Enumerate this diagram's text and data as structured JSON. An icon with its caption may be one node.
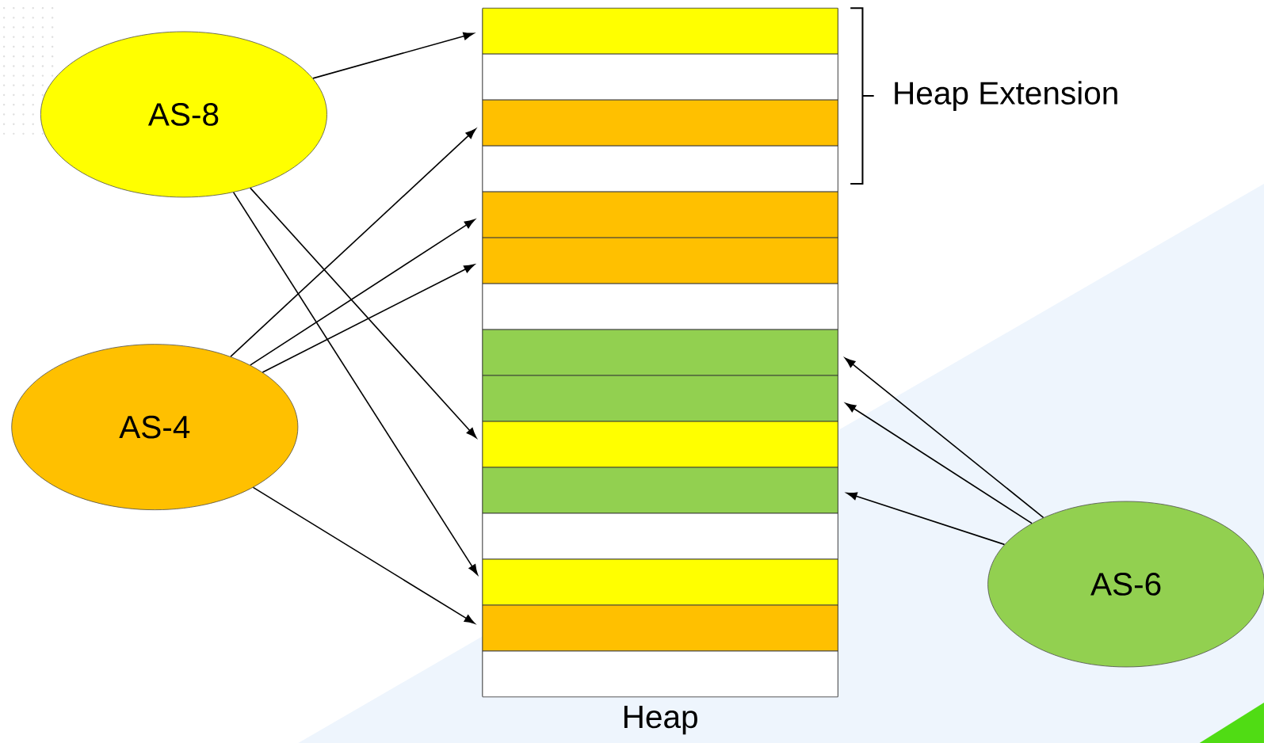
{
  "diagram": {
    "nodes": [
      {
        "text": [
          "AS-8"
        ]
      },
      {
        "text": [
          "AS-4"
        ]
      },
      {
        "text": [
          "AS-6"
        ]
      },
      {
        "text": [
          "Heap"
        ]
      },
      {
        "text": [],
        "shape": "box",
        "in": 3
      },
      {
        "text": [],
        "shape": "box",
        "in": 3
      },
      {
        "text": [],
        "shape": "box",
        "in": 3
      },
      {
        "text": [],
        "shape": "box",
        "in": 3
      },
      {
        "text": [],
        "shape": "box",
        "in": 3
      },
      {
        "text": [],
        "shape": "box",
        "in": 3
      },
      {
        "text": [],
        "shape": "box",
        "in": 3
      },
      {
        "text": [],
        "shape": "box",
        "in": 3
      },
      {
        "text": [],
        "shape": "box",
        "in": 3
      },
      {
        "text": [],
        "shape": "box",
        "in": 3
      },
      {
        "text": [],
        "shape": "box",
        "in": 3
      },
      {
        "text": [],
        "shape": "box",
        "in": 3
      },
      {
        "text": [],
        "shape": "box",
        "in": 3
      },
      {
        "text": [],
        "shape": "box",
        "in": 3
      },
      {
        "text": [],
        "shape": "box",
        "in": 3
      }
    ],
    "edges": [
      {
        "from": 0,
        "to": 4,
        "arrow": "to"
      },
      {
        "from": 0,
        "to": 13,
        "arrow": "to"
      },
      {
        "from": 0,
        "to": 16,
        "arrow": "to"
      },
      {
        "from": 1,
        "to": 6,
        "arrow": "to"
      },
      {
        "from": 1,
        "to": 8,
        "arrow": "to"
      },
      {
        "from": 1,
        "to": 9,
        "arrow": "to"
      },
      {
        "from": 1,
        "to": 17,
        "arrow": "to"
      },
      {
        "from": 2,
        "to": 11,
        "arrow": "to"
      },
      {
        "from": 2,
        "to": 12,
        "arrow": "to"
      },
      {
        "from": 2,
        "to": 14,
        "arrow": "to"
      }
    ],
    "labels": [
      "Heap Extension"
    ]
  }
}
